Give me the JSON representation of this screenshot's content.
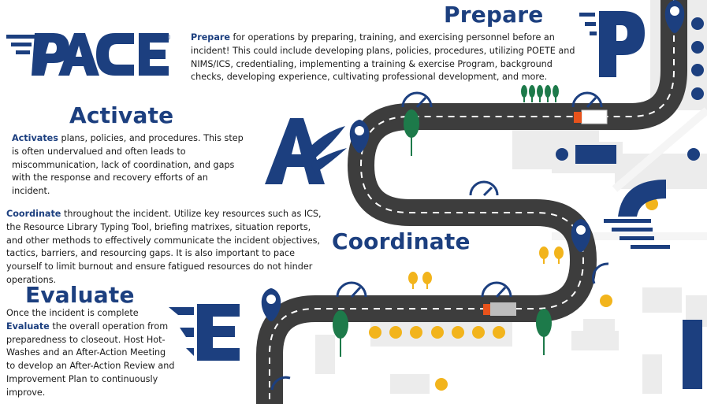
{
  "logo": {
    "text": "PACE",
    "copyright": "©"
  },
  "sections": {
    "prepare": {
      "title": "Prepare",
      "keyword": "Prepare",
      "body": " for operations by preparing, training, and exercising personnel before an incident! This could include developing plans, policies, procedures, utilizing POETE and NIMS/ICS, credentialing, implementing a training & exercise Program, background checks, developing experience, cultivating professional development, and more."
    },
    "activate": {
      "title": "Activate",
      "keyword": "Activates",
      "body": " plans, policies, and procedures. This step is often undervalued and often leads to miscommunication, lack of coordination, and gaps with the response and recovery efforts of an incident."
    },
    "coordinate": {
      "title": "Coordinate",
      "keyword": "Coordinate",
      "body": " throughout the incident. Utilize key resources such as ICS, the Resource Library Typing Tool, briefing matrixes, situation reports, and other methods to effectively communicate the incident objectives, tactics, barriers, and resourcing gaps. It is also important to pace yourself to limit burnout and ensure fatigued resources do not hinder operations."
    },
    "evaluate": {
      "title": "Evaluate",
      "lead": "Once the incident is complete ",
      "keyword": "Evaluate",
      "body": " the overall operation from preparedness to closeout. Host Hot-Washes and an After-Action Meeting to develop an After-Action Review and Improvement Plan to continuously improve."
    }
  },
  "colors": {
    "brand_blue": "#1c3f7f",
    "road": "#3d3d3d",
    "road_marking": "#ffffff",
    "tree_green": "#1d7a4a",
    "tree_yellow": "#f2b41c",
    "building_gray": "#e3e3e3",
    "truck_orange": "#e8531c"
  },
  "icons": {
    "location_pin": "map-pin-icon",
    "speedometer": "speedometer-icon",
    "truck": "truck-icon",
    "tree": "tree-icon",
    "letter_p": "letter-p-icon",
    "letter_a": "letter-a-icon",
    "letter_c": "letter-c-icon",
    "letter_e": "letter-e-icon"
  }
}
